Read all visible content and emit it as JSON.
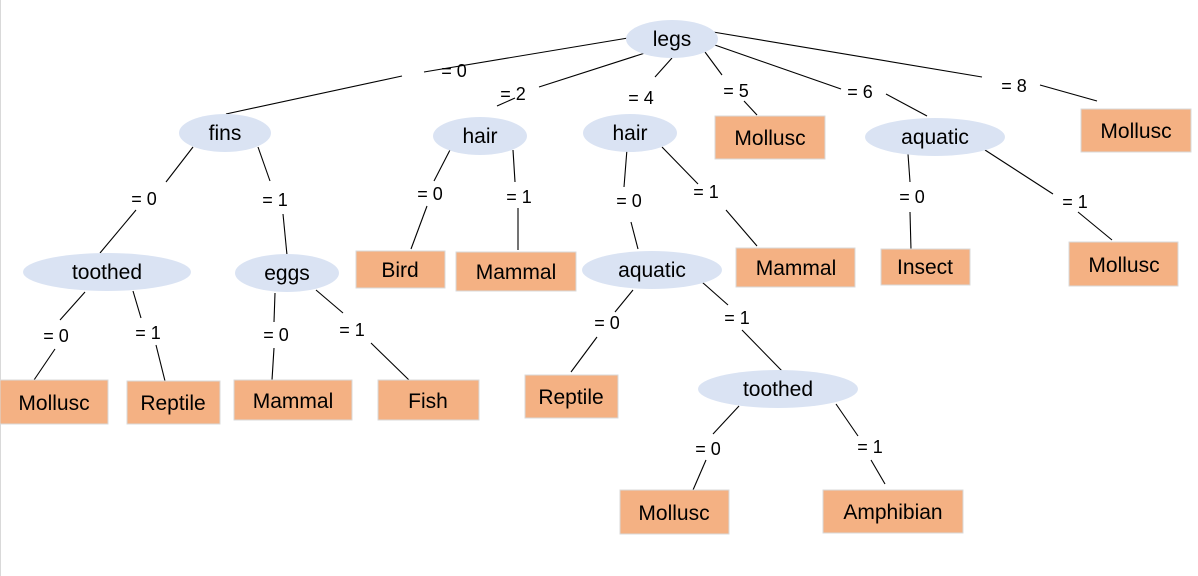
{
  "colors": {
    "decision_fill": "#dae3f3",
    "leaf_fill": "#f4b183"
  },
  "nodes": {
    "legs": "legs",
    "fins": "fins",
    "hair_2": "hair",
    "hair_4": "hair",
    "aquatic_6": "aquatic",
    "toothed_fins0": "toothed",
    "eggs_fins1": "eggs",
    "aquatic_hair0": "aquatic",
    "toothed_aq1": "toothed",
    "leaf_mollusc_5": "Mollusc",
    "leaf_mollusc_8": "Mollusc",
    "leaf_bird": "Bird",
    "leaf_mammal_hair2": "Mammal",
    "leaf_mammal_hair4": "Mammal",
    "leaf_insect": "Insect",
    "leaf_mollusc_aq6": "Mollusc",
    "leaf_mollusc_toothed0": "Mollusc",
    "leaf_reptile_toothed1": "Reptile",
    "leaf_mammal_eggs0": "Mammal",
    "leaf_fish": "Fish",
    "leaf_reptile_aq0": "Reptile",
    "leaf_mollusc_t2": "Mollusc",
    "leaf_amphibian": "Amphibian"
  },
  "edges": {
    "legs_0": "= 0",
    "legs_2": "= 2",
    "legs_4": "= 4",
    "legs_5": "= 5",
    "legs_6": "= 6",
    "legs_8": "= 8",
    "fins_0": "= 0",
    "fins_1": "= 1",
    "hair2_0": "= 0",
    "hair2_1": "= 1",
    "hair4_0": "= 0",
    "hair4_1": "= 1",
    "aq6_0": "= 0",
    "aq6_1": "= 1",
    "toothed1_0": "= 0",
    "toothed1_1": "= 1",
    "eggs_0": "= 0",
    "eggs_1": "= 1",
    "aq2_0": "= 0",
    "aq2_1": "= 1",
    "toothed2_0": "= 0",
    "toothed2_1": "= 1"
  }
}
